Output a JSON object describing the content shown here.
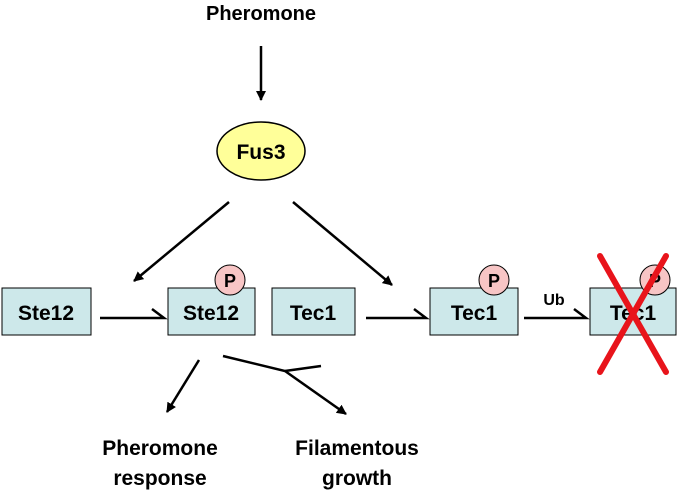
{
  "diagram": {
    "input_label": "Pheromone",
    "kinase": {
      "label": "Fus3"
    },
    "nodes": [
      {
        "id": "ste12",
        "label": "Ste12",
        "phospho": false,
        "degraded": false
      },
      {
        "id": "ste12-p",
        "label": "Ste12",
        "phospho": true,
        "degraded": false
      },
      {
        "id": "tec1",
        "label": "Tec1",
        "phospho": false,
        "degraded": false
      },
      {
        "id": "tec1-p",
        "label": "Tec1",
        "phospho": true,
        "degraded": false
      },
      {
        "id": "tec1-p-ub",
        "label": "Tec1",
        "phospho": true,
        "degraded": true
      }
    ],
    "phospho_label": "P",
    "ub_label": "Ub",
    "outputs": [
      {
        "line1": "Pheromone",
        "line2": "response"
      },
      {
        "line1": "Filamentous",
        "line2": "growth"
      }
    ]
  },
  "colors": {
    "protein_box": "#cde8ea",
    "kinase_fill": "#ffff99",
    "phospho_fill": "#f7c5c5",
    "degrade_cross": "#e8141b",
    "stroke": "#000000"
  }
}
